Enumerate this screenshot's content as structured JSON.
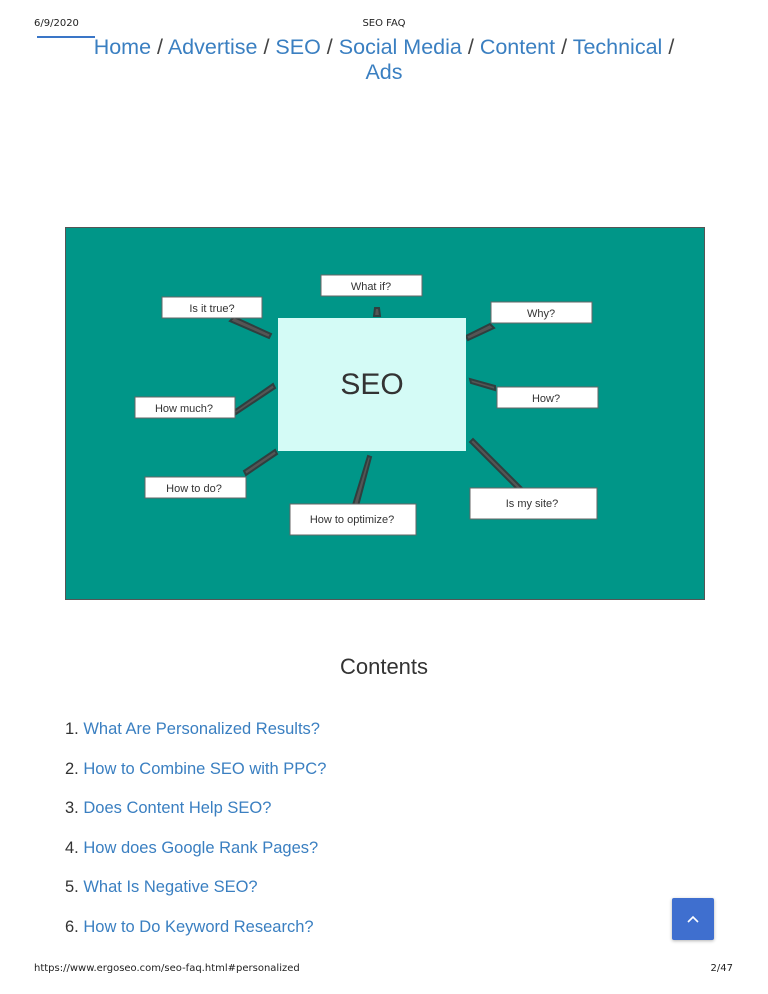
{
  "print_header": {
    "date": "6/9/2020",
    "title": "SEO FAQ"
  },
  "breadcrumb": {
    "separator": "/",
    "items": [
      {
        "label": "Home"
      },
      {
        "label": "Advertise"
      },
      {
        "label": "SEO"
      },
      {
        "label": "Social Media"
      },
      {
        "label": "Content"
      },
      {
        "label": "Technical"
      },
      {
        "label": "Ads"
      }
    ]
  },
  "diagram": {
    "center_label": "SEO",
    "bubbles": [
      "What if?",
      "Is it true?",
      "Why?",
      "How much?",
      "How?",
      "How to do?",
      "How to optimize?",
      "Is my site?"
    ],
    "colors": {
      "background": "#009688",
      "center": "#d4fbf6",
      "bubble": "#ffffff"
    }
  },
  "contents": {
    "title": "Contents",
    "items": [
      {
        "number": "1.",
        "label": "What Are Personalized Results?"
      },
      {
        "number": "2.",
        "label": "How to Combine SEO with PPC?"
      },
      {
        "number": "3.",
        "label": "Does Content Help SEO?"
      },
      {
        "number": "4.",
        "label": "How does Google Rank Pages?"
      },
      {
        "number": "5.",
        "label": "What Is Negative SEO?"
      },
      {
        "number": "6.",
        "label": "How to Do Keyword Research?"
      }
    ]
  },
  "scroll_top": {
    "icon": "chevron-up-icon"
  },
  "footer": {
    "url": "https://www.ergoseo.com/seo-faq.html#personalized",
    "page": "2/47"
  },
  "colors": {
    "link": "#3a7fc1",
    "accent": "#3f6fcf"
  }
}
